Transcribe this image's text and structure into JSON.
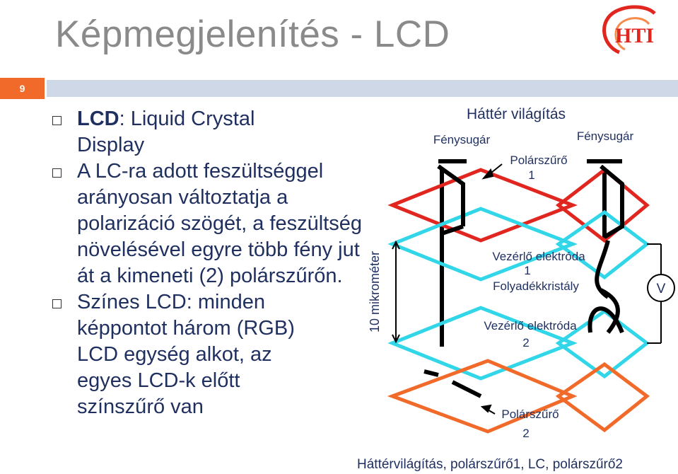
{
  "slide": {
    "title": "Képmegjelenítés - LCD",
    "number": "9"
  },
  "bullets": [
    {
      "bold": "LCD",
      "rest": ": Liquid Crystal Display"
    },
    {
      "bold": "",
      "rest": "A LC-ra adott feszültséggel arányosan változtatja a polarizáció szögét, a feszültség növelésével egyre több fény jut át a kimeneti (2) polárszűrőn."
    },
    {
      "bold": "",
      "rest": "Színes LCD: minden képpontot három (RGB) LCD egység alkot, az egyes LCD-k előtt színszűrő van"
    }
  ],
  "diagram": {
    "heading": "Háttér világítás",
    "light_left": "Fénysugár",
    "light_right": "Fénysugár",
    "polarizer1": "Polárszűrő",
    "polarizer1_num": "1",
    "electrode1": "Vezérlő elektróda",
    "electrode1_num": "1",
    "liquid_crystal": "Folyadékkristály",
    "electrode2": "Vezérlő elektróda",
    "electrode2_num": "2",
    "polarizer2": "Polárszűrő",
    "polarizer2_num": "2",
    "scale": "10 mikrométer",
    "voltage": "V",
    "caption": "Háttérvilágítás, polárszűrő1, LC, polárszűrő2"
  },
  "colors": {
    "title": "#8a8a8a",
    "slide_number_bg": "#f26a2a",
    "header_bar": "#cfd8e6",
    "text": "#1f2f5f",
    "polarizer1": "#e0261f",
    "electrode": "#31d6e8",
    "polarizer2": "#f26a2a"
  }
}
